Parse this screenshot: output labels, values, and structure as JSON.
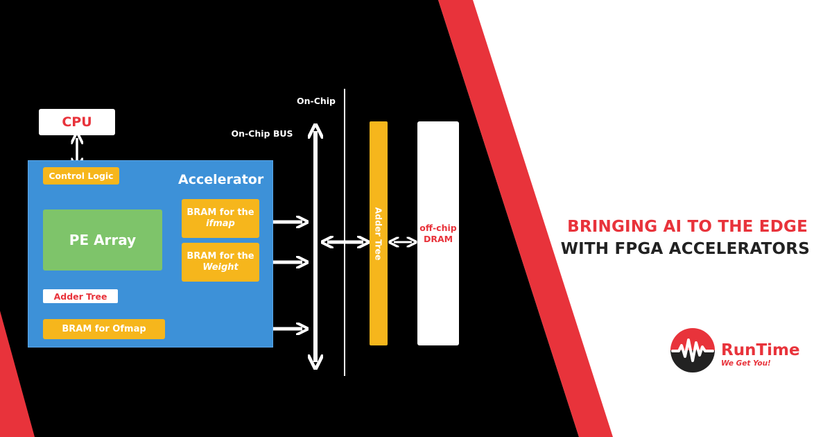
{
  "colors": {
    "background_dark": "#000000",
    "accent_red": "#e8333b",
    "accelerator_blue": "#3d91d8",
    "block_yellow": "#f6b61c",
    "pe_green": "#7ec46a",
    "heading_dark": "#222222",
    "white": "#ffffff"
  },
  "diagram": {
    "cpu_label": "CPU",
    "accelerator_label": "Accelerator",
    "control_logic_label": "Control Logic",
    "pe_array_label": "PE Array",
    "bram_ifmap": {
      "line1": "BRAM for the",
      "line2": "ifmap"
    },
    "bram_weight": {
      "line1": "BRAM for the",
      "line2": "Weight"
    },
    "adder_tree_label": "Adder Tree",
    "bram_ofmap_label": "BRAM for Ofmap",
    "on_chip_label": "On-Chip",
    "on_chip_bus_label": "On-Chip BUS",
    "adder_tree_column_label": "Adder Tree",
    "dram": {
      "line1": "off-chip",
      "line2": "DRAM"
    }
  },
  "headline": {
    "line1": "BRINGING AI TO THE EDGE",
    "line2": "WITH FPGA ACCELERATORS"
  },
  "brand": {
    "name": "RunTime",
    "tagline": "We Get You!",
    "icon": "waveform-logo-icon"
  }
}
